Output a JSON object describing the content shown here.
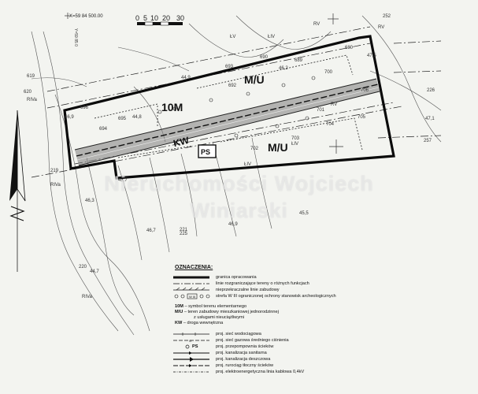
{
  "map": {
    "coordinate_label": "X=59 84 500.00",
    "scale_bar": {
      "ticks": [
        "0",
        "5",
        "10",
        "20",
        "30"
      ]
    },
    "zones": [
      {
        "code": "10M",
        "label": "10M"
      },
      {
        "code": "M/U",
        "label": "M/U"
      },
      {
        "code": "M/U",
        "label": "M/U"
      },
      {
        "code": "KW",
        "label": "KW"
      },
      {
        "code": "PS",
        "label": "PS"
      }
    ],
    "parcels": [
      "619",
      "620",
      "693",
      "692",
      "694",
      "695",
      "696",
      "690",
      "689",
      "680",
      "700",
      "701",
      "702",
      "703",
      "704",
      "705",
      "706",
      "220",
      "221",
      "225",
      "252",
      "257",
      "219",
      "226"
    ],
    "soil_classes": [
      "RIVa",
      "RV",
      "ŁV",
      "ŁIV",
      "ŁIV",
      "RIVa",
      "RV",
      "ŁIV",
      "RV",
      "RIVa"
    ],
    "contour_values": [
      "46,9",
      "46,3",
      "45,7",
      "44,8",
      "44,9",
      "46,2",
      "47,5",
      "44,7",
      "46,7",
      "46,9",
      "45,5",
      "47,1"
    ]
  },
  "watermark": {
    "line1": "Nieruchomości Wojciech",
    "line2": "Winiarski"
  },
  "legend": {
    "title": "OZNACZENIA:",
    "symbol_rows": [
      {
        "icon": "boundary-thick",
        "text": "granica opracowania"
      },
      {
        "icon": "dash-line",
        "text": "linie rozgraniczające tereny o różnych funkcjach"
      },
      {
        "icon": "hatch-line",
        "text": "nieprzekraczalne linie zabudowy"
      },
      {
        "icon": "circle-marks",
        "text": "strefa W III ograniczonej ochrony stanowisk archeologicznych"
      }
    ],
    "codes": [
      {
        "code": "10M",
        "text": " – symbol terenu elementarnego"
      },
      {
        "code": "M/U",
        "text": " – teren zabudowy mieszkaniowej jednorodzinnej"
      },
      {
        "code": "",
        "text": "z usługami nieuciążliwymi"
      },
      {
        "code": "KW",
        "text": " – droga wewnętrzna"
      }
    ],
    "infra_rows": [
      {
        "icon": "water",
        "text": "proj. sieć wodociągowa"
      },
      {
        "icon": "gas",
        "text": "proj. sieć gazowa średniego ciśnienia"
      },
      {
        "icon": "ps-station",
        "label": "PS",
        "text": "proj. przepompownia ścieków"
      },
      {
        "icon": "sanitary",
        "text": "proj. kanalizacja sanitarna"
      },
      {
        "icon": "storm",
        "text": "proj. kanalizacja deszczowa"
      },
      {
        "icon": "pressure",
        "text": "proj. rurociąg tłoczny ścieków"
      },
      {
        "icon": "power",
        "text": "proj. elektroenergetyczna linia kablowa 0,4kV"
      }
    ]
  },
  "colors": {
    "paper": "#f3f4f0",
    "ink": "#111111",
    "boundary": "#0b0b0b",
    "watermark": "#ffffff"
  }
}
